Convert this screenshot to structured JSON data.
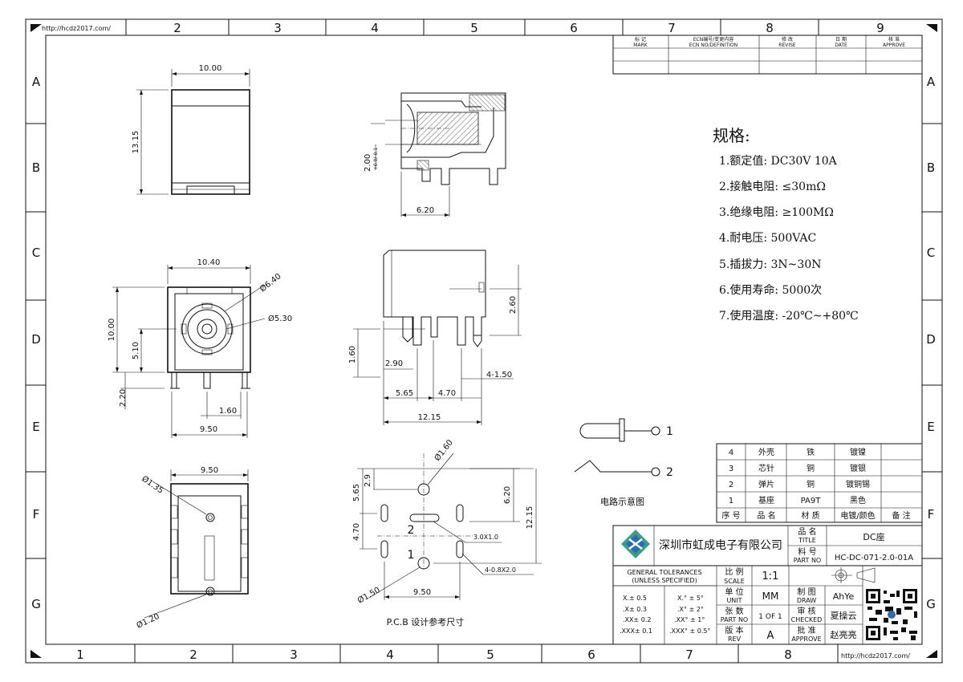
{
  "url_top": "http://hcdz2017.com/",
  "url_bottom": "http://hcdz2017.com/",
  "columns_top": [
    "2",
    "3",
    "4",
    "5",
    "6",
    "7",
    "8",
    "9"
  ],
  "columns_bottom": [
    "1",
    "2",
    "3",
    "4",
    "5",
    "6",
    "7",
    "8"
  ],
  "rows": [
    "A",
    "B",
    "C",
    "D",
    "E",
    "F",
    "G"
  ],
  "revision_table": {
    "headers": [
      {
        "cn": "标 记",
        "en": "MARK"
      },
      {
        "cn": "ECN编号/变更内容",
        "en": "ECN NO/DEFINITION"
      },
      {
        "cn": "修 改",
        "en": "REVISE"
      },
      {
        "cn": "日 期",
        "en": "DATE"
      },
      {
        "cn": "核 准",
        "en": "APPROVE"
      }
    ]
  },
  "specs": {
    "title": "规格:",
    "items": [
      "1.额定值: DC30V 10A",
      "2.接触电阻: ≤30mΩ",
      "3.绝缘电阻: ≥100MΩ",
      "4.耐电压: 500VAC",
      "5.插拔力: 3N~30N",
      "6.使用寿命: 5000次",
      "7.使用温度: -20℃~+80℃"
    ]
  },
  "dimensions": {
    "front_width": "10.00",
    "front_height": "13.15",
    "side_top_height": "2.00",
    "side_top_tol": "+0.0\n-0.1",
    "side_top_width": "6.20",
    "front2_width": "10.40",
    "front2_height": "10.00",
    "center_height": "5.10",
    "dia_outer": "Ø6.40",
    "dia_inner": "Ø5.30",
    "pin_height": "2.20",
    "pin_offset": "1.60",
    "bottom_width": "9.50",
    "side_pin_1": "2.60",
    "side_pin_2": "1.60",
    "side_pin_3": "2.90",
    "side_pin_4": "4-1.50",
    "side_pin_5": "5.65",
    "side_pin_6": "4.70",
    "side_total": "12.15",
    "bot_width": "9.50",
    "bot_dia1": "Ø1.35",
    "bot_dia2": "Ø1.20",
    "pcb_dia_top": "Ø1.60",
    "pcb_565": "5.65",
    "pcb_29": "2.9",
    "pcb_620": "6.20",
    "pcb_470": "4.70",
    "pcb_1215": "12.15",
    "pcb_slot": "3.0X1.0",
    "pcb_slot2": "4-0.8X2.0",
    "pcb_dia_bot": "Ø1.50",
    "pcb_width": "9.50",
    "pcb_label_1": "1",
    "pcb_label_2": "2"
  },
  "pcb_caption": "P.C.B 设计参考尺寸",
  "circuit": {
    "label_1": "1",
    "label_2": "2",
    "caption": "电路示意图"
  },
  "bom": {
    "rows": [
      [
        "4",
        "外壳",
        "铁",
        "镀镍",
        ""
      ],
      [
        "3",
        "芯针",
        "铜",
        "镀银",
        ""
      ],
      [
        "2",
        "弹片",
        "铜",
        "镀铜锡",
        ""
      ],
      [
        "1",
        "基座",
        "PA9T",
        "黑色",
        ""
      ]
    ],
    "header": [
      "序 号",
      "品 名",
      "材 质",
      "电镀/颜色",
      "备 注"
    ]
  },
  "title_block": {
    "company": "深圳市虹成电子有限公司",
    "title_label_cn": "品 名",
    "title_label_en": "TITLE",
    "title_value": "DC座",
    "part_label_cn": "料 号",
    "part_label_en": "PART NO",
    "part_value": "HC-DC-071-2.0-01A",
    "tol_header_1": "GENERAL TOLERANCES",
    "tol_header_2": "(UNLESS SPECIFIED)",
    "tol_left": [
      "X.± 0.5",
      ".X± 0.3",
      ".XX± 0.2",
      ".XXX± 0.1"
    ],
    "tol_right": [
      "X.° ± 5°",
      ".X° ± 2°",
      ".XX° ± 1°",
      ".XXX° ± 0.5°"
    ],
    "scale_cn": "比 例",
    "scale_en": "SCALE",
    "scale_value": "1:1",
    "unit_cn": "单 位",
    "unit_en": "UNIT",
    "unit_value": "MM",
    "sheet_cn": "张 数",
    "sheet_en": "PART NO",
    "sheet_value": "1 OF 1",
    "rev_cn": "版 本",
    "rev_en": "REV",
    "rev_value": "A",
    "draw_cn": "制 图",
    "draw_en": "DRAW",
    "draw_value": "AhYe",
    "check_cn": "审 核",
    "check_en": "CHECKED",
    "check_value": "夏操云",
    "approve_cn": "批 准",
    "approve_en": "APPROVE",
    "approve_value": "赵亮亮"
  }
}
